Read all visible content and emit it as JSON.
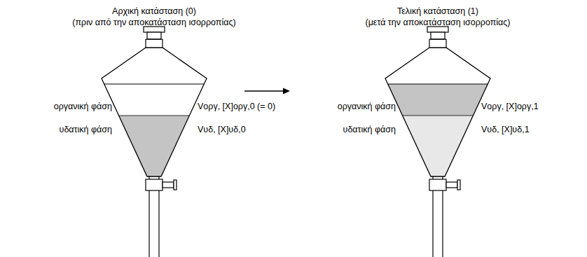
{
  "diagram": {
    "nodes": [
      {
        "text": [
          "Αρχική κατάσταση (0)",
          "(πριν από την αποκατάσταση ισορροπίας)"
        ]
      },
      {
        "text": [
          "Τελική κατάσταση (1)",
          "(μετά την αποκατάσταση ισορροπίας)"
        ]
      }
    ],
    "edges": [
      {
        "from": 0,
        "to": 1,
        "arrow": "to"
      }
    ],
    "labels": [
      "οργανική φάση",
      "υδατική φάση",
      "Vοργ, [X]οργ,0 (= 0)",
      "Vυδ, [X]υδ,0",
      "οργανική φάση",
      "υδατική φάση",
      "Vοργ, [X]οργ,1",
      "Vυδ, [X]υδ,1"
    ]
  }
}
